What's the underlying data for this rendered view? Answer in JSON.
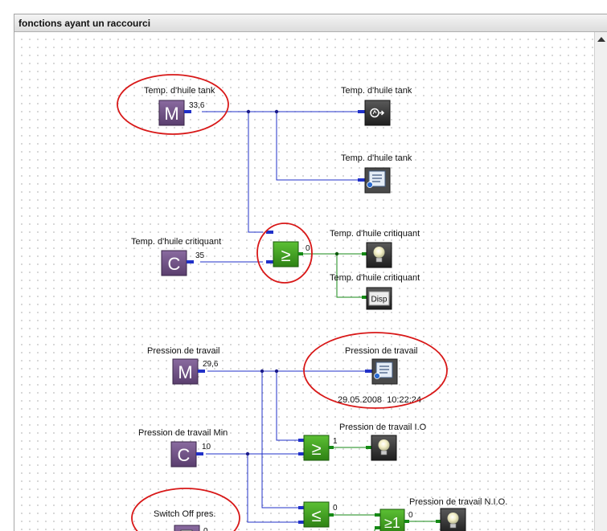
{
  "window": {
    "title": "fonctions ayant un raccourci"
  },
  "colors": {
    "wire_blue": "#2030c8",
    "wire_green": "#148a14",
    "block_purple": "#6a4e7e",
    "block_green": "#3c9a1e",
    "block_dark": "#3c3c3c",
    "highlight_red": "#d81818"
  },
  "blocks": {
    "oil_tank_input": {
      "type": "M",
      "label": "Temp. d'huile tank",
      "value": "33,6"
    },
    "oil_tank_output": {
      "label": "Temp. d'huile tank",
      "icon": "analog-output-icon"
    },
    "oil_tank_display": {
      "label": "Temp. d'huile tank",
      "icon": "display-panel-icon"
    },
    "oil_critical_const": {
      "type": "C",
      "label": "Temp. d'huile critiquant",
      "value": "35"
    },
    "oil_compare": {
      "symbol": "≥",
      "value": "0"
    },
    "oil_critical_lamp": {
      "label": "Temp. d'huile critiquant",
      "icon": "lamp-icon"
    },
    "oil_critical_disp": {
      "label": "Temp. d'huile critiquant",
      "text": "Disp"
    },
    "pressure_input": {
      "type": "M",
      "label": "Pression de travail",
      "value": "29,6"
    },
    "pressure_display": {
      "label": "Pression de travail",
      "icon": "display-panel-icon",
      "timestamp": "29.05.2008  10:22:24"
    },
    "pressure_min_const": {
      "type": "C",
      "label": "Pression de travail Min",
      "value": "10"
    },
    "pressure_ge": {
      "symbol": "≥",
      "value": "1"
    },
    "pressure_io_lamp": {
      "label": "Pression de travail I.O",
      "icon": "lamp-icon"
    },
    "pressure_le": {
      "symbol": "≤",
      "value": "0"
    },
    "switch_off": {
      "label": "Switch Off pres.",
      "value": "0",
      "icon": "checkbox-icon"
    },
    "or_gate": {
      "symbol": "≥1",
      "value": "0"
    },
    "pressure_nio_lamp": {
      "label": "Pression de travail N.I.O.",
      "icon": "lamp-icon"
    }
  }
}
